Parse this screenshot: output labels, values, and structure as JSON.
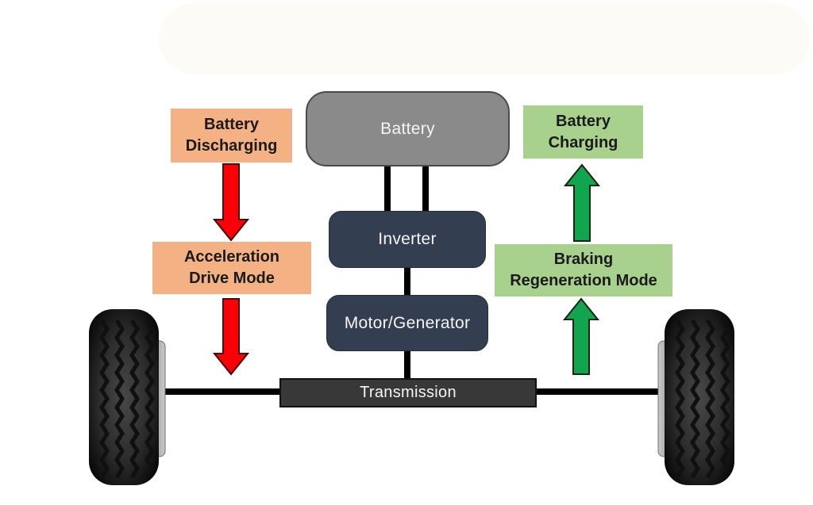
{
  "diagram": {
    "description": "Electric vehicle drivetrain diagram showing battery discharging (acceleration drive mode) and battery charging (braking regeneration mode) power flow",
    "nodes": {
      "battery": "Battery",
      "inverter": "Inverter",
      "motor_generator": "Motor/Generator",
      "transmission": "Transmission"
    },
    "labels": {
      "battery_discharging": "Battery\nDischarging",
      "acceleration_drive_mode": "Acceleration\nDrive Mode",
      "battery_charging": "Battery\nCharging",
      "braking_regeneration_mode": "Braking\nRegeneration Mode"
    },
    "flows": [
      {
        "name": "discharge-flow",
        "from": "Battery Discharging",
        "to": "Acceleration Drive Mode",
        "direction": "down",
        "color": "#FB0007"
      },
      {
        "name": "discharge-to-wheels",
        "from": "Acceleration Drive Mode",
        "to": "axle",
        "direction": "down",
        "color": "#FB0007"
      },
      {
        "name": "regen-from-wheels",
        "from": "axle",
        "to": "Braking Regeneration Mode",
        "direction": "up",
        "color": "#12A550"
      },
      {
        "name": "regen-flow",
        "from": "Braking Regeneration Mode",
        "to": "Battery Charging",
        "direction": "up",
        "color": "#12A550"
      }
    ],
    "colors": {
      "orange_box": "#F4B183",
      "green_box": "#A9D18E",
      "navy_box": "#333F50",
      "battery_gray": "#8A8A8A",
      "transmission_gray": "#383838",
      "red_arrow": "#FB0007",
      "green_arrow": "#12A550",
      "wire_black": "#000000"
    }
  }
}
